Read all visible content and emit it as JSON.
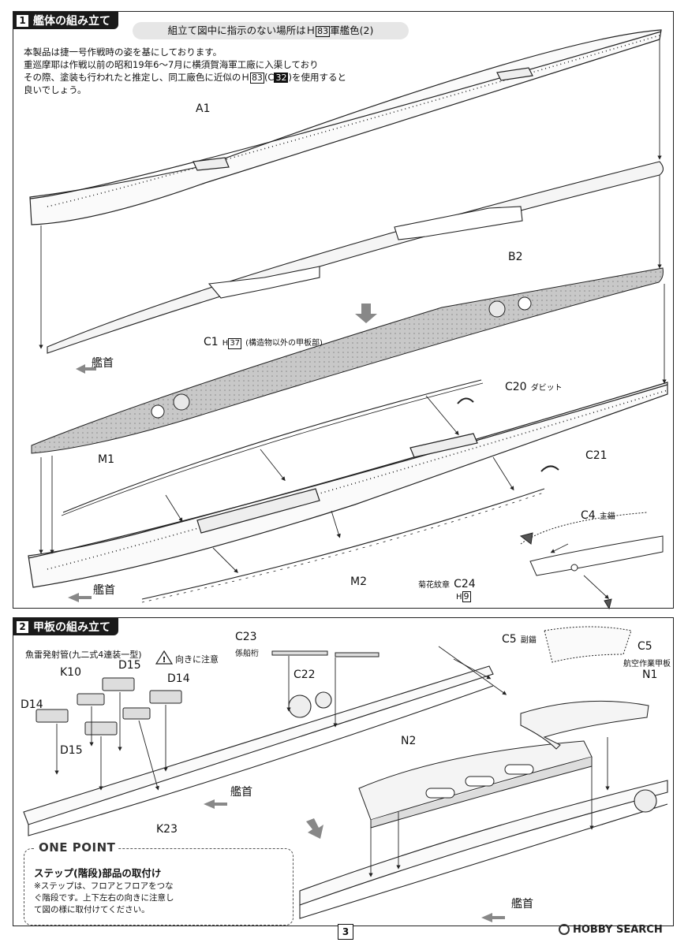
{
  "section1": {
    "number": "1",
    "title": "艦体の組み立て",
    "color_note_pre": "組立て図中に指示のない場所はＨ",
    "color_note_code": "83",
    "color_note_post": "軍艦色(2)",
    "intro": {
      "line1": "本製品は捷一号作戦時の姿を基にしております。",
      "line2": "重巡摩耶は作戦以前の昭和19年6～7月に横須賀海軍工廠に入渠しており",
      "line3_pre": "その際、塗装も行われたと推定し、同工廠色に近似のＨ",
      "line3_code1": "83",
      "line3_mid": "(C",
      "line3_code2": "32",
      "line3_post": ")を使用すると",
      "line4": "良いでしょう。"
    },
    "labels": {
      "a1": "A1",
      "b2": "B2",
      "c1": "C1",
      "c1_paint_prefix": "H",
      "c1_paint_code": "37",
      "c1_note": "(構造物以外の甲板部)",
      "bow1": "艦首",
      "c20": "C20",
      "c20_note": "ダビット",
      "m1": "M1",
      "c21": "C21",
      "c4": "C4",
      "c4_note": "主錨",
      "c24_note": "菊花紋章",
      "c24": "C24",
      "c24_paint_prefix": "H",
      "c24_paint_code": "9",
      "bow2": "艦首",
      "m2": "M2"
    }
  },
  "section2": {
    "number": "2",
    "title": "甲板の組み立て",
    "labels": {
      "torpedo": "魚雷発射管(九二式4連装一型)",
      "caution": "向きに注意",
      "k10": "K10",
      "d15_top": "D15",
      "d14_right": "D14",
      "d14_left": "D14",
      "d15_bottom": "D15",
      "k23": "K23",
      "c23": "C23",
      "c23_note": "係船桁",
      "c22": "C22",
      "c5_top": "C5",
      "c5_top_note": "副錨",
      "c5_right": "C5",
      "c5_right_note": "航空作業甲板",
      "n1": "N1",
      "n2": "N2",
      "bow1": "艦首",
      "bow2": "艦首"
    },
    "one_point": {
      "title": "ONE POINT",
      "subtitle": "ステップ(階段)部品の取付け",
      "body": "※ステップは、フロアとフロアをつなぐ階段です。上下左右の向きに注意して図の様に取付けてください。"
    }
  },
  "page": {
    "number": "3"
  },
  "watermark": {
    "text": "HOBBY SEARCH"
  }
}
